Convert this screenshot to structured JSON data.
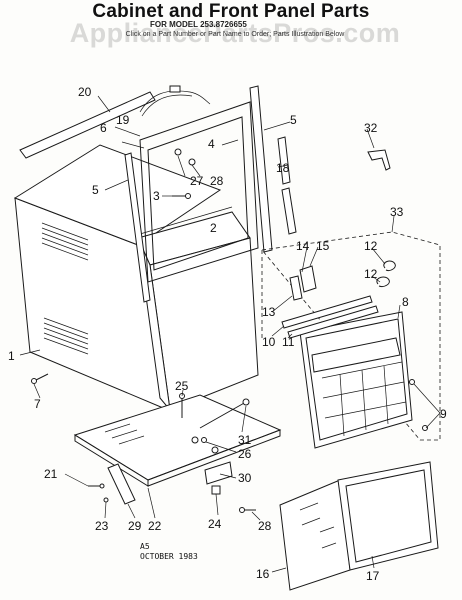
{
  "header": {
    "title": "Cabinet and Front Panel Parts",
    "model": "FOR MODEL 253.8726655",
    "subtitle": "Click on a Part Number or Part Name to Order; Parts Illustration Below",
    "watermark": "AppliancePartsPros.com"
  },
  "footer": {
    "code": "A5",
    "date": "OCTOBER 1983"
  },
  "callouts": [
    "1",
    "2",
    "3",
    "4",
    "5",
    "5",
    "6",
    "7",
    "8",
    "9",
    "10",
    "11",
    "12",
    "12",
    "13",
    "14",
    "15",
    "16",
    "17",
    "18",
    "19",
    "20",
    "21",
    "22",
    "23",
    "24",
    "25",
    "26",
    "27",
    "28",
    "28",
    "29",
    "30",
    "31",
    "32",
    "33"
  ]
}
